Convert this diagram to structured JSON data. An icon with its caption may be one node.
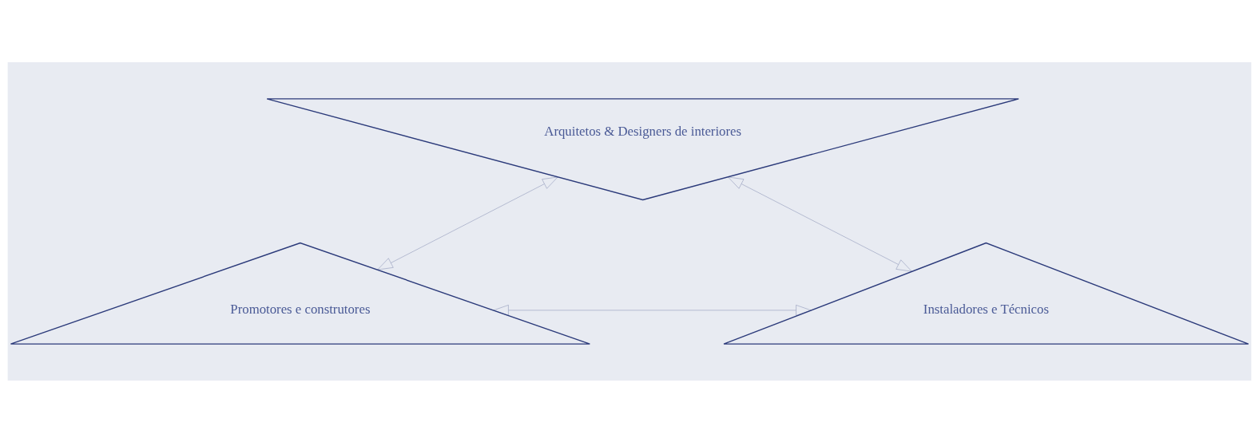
{
  "diagram": {
    "nodes": [
      {
        "text": [
          "Arquitetos & Designers de interiores"
        ]
      },
      {
        "text": [
          "Promotores e construtores"
        ]
      },
      {
        "text": [
          "Instaladores e Técnicos"
        ]
      }
    ],
    "edges": [
      {
        "from": 1,
        "to": 0,
        "arrow": "both"
      },
      {
        "from": 0,
        "to": 2,
        "arrow": "both"
      },
      {
        "from": 1,
        "to": 2,
        "arrow": "both"
      }
    ]
  }
}
